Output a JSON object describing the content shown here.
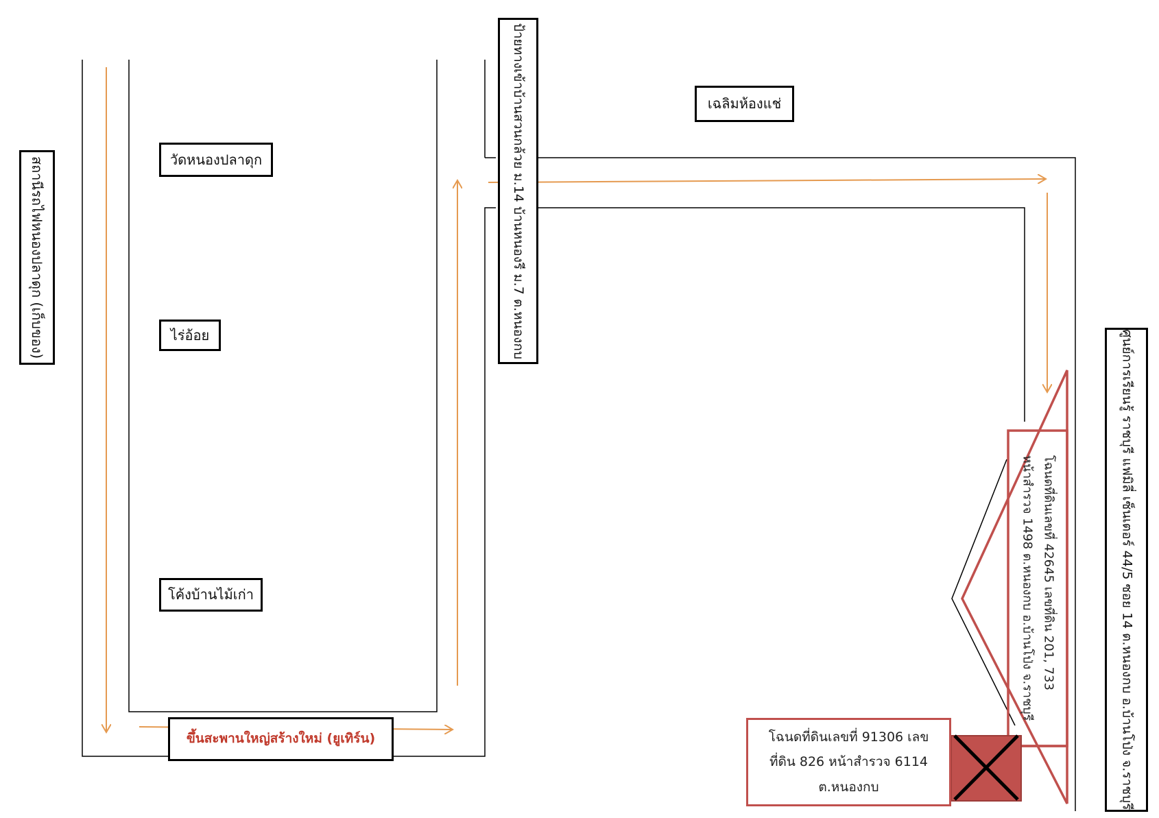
{
  "labels": {
    "station": "สถานีรถไฟหนองปลาดุก (เก็บของ)",
    "temple": "วัดหนองปลาดุก",
    "rai_oi": "ไร่อ้อย",
    "old_wood_bend": "โค้งบ้านไม้เก่า",
    "bridge": "ขึ้นสะพานใหญ่สร้างใหม่ (ยูเทิร์น)",
    "village_sign": "ป้ายทางเข้าบ้านสวนกล้วย ม.14 บ้านหนองรี ม.7 ต.หนองกบ",
    "chaloem": "เฉลิมห้องแช่",
    "learning_center": "ศูนย์การเรียนรู้ ราชบุรี แฟมิลี่ เซ็นเตอร์ 44/5 ซอย 14 ต.หนองกบ อ.บ้านโป่ง จ.ราชบุรี",
    "deed_main_line1": "โฉนดที่ดินเลขที่ 42645 เลขที่ดิน 201, 733",
    "deed_main_line2": "หน้าสำรวจ 1498 ต.หนองกบ อ.บ้านโป่ง จ.ราชบุรี",
    "deed_small": "โฉนดที่ดินเลขที่ 91306 เลขที่ดิน 826 หน้าสำรวจ 6114 ต.หนองกบ"
  },
  "colors": {
    "road": "#000000",
    "route_arrow": "#e59a50",
    "plot_outline": "#c0504d",
    "plot_fill": "#c0504d",
    "bridge_text": "#c0392b"
  }
}
